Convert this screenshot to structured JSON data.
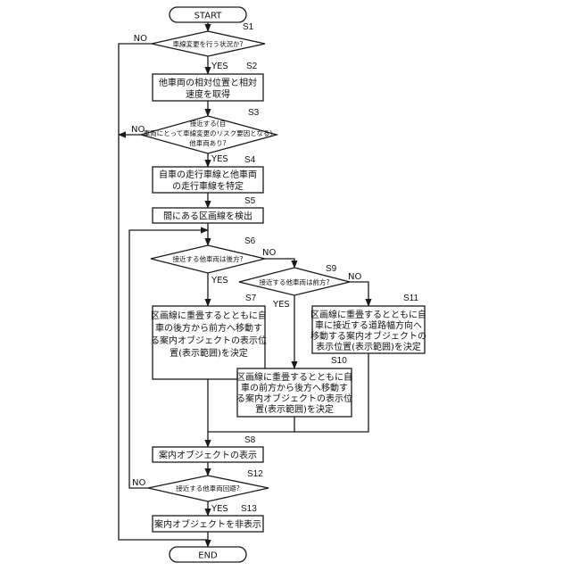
{
  "start": "START",
  "end": "END",
  "s1": {
    "id": "S1",
    "q": "車線変更を行う状況か?"
  },
  "s2": {
    "id": "S2",
    "lines": [
      "他車両の相対位置と相対",
      "速度を取得"
    ]
  },
  "s3": {
    "id": "S3",
    "lines": [
      "接近する(自",
      "車両にとって車線変更のリスク要因となる)",
      "他車両あり?"
    ]
  },
  "s4": {
    "id": "S4",
    "lines": [
      "自車の走行車線と他車両",
      "の走行車線を特定"
    ]
  },
  "s5": {
    "id": "S5",
    "text": "間にある区画線を検出"
  },
  "s6": {
    "id": "S6",
    "q": "接近する他車両は後方?"
  },
  "s9": {
    "id": "S9",
    "q": "接近する他車両は前方?"
  },
  "s7": {
    "id": "S7",
    "lines": [
      "区画線に重畳するとともに自",
      "車の後方から前方へ移動す",
      "る案内オブジェクトの表示位",
      "置(表示範囲)を決定"
    ]
  },
  "s10": {
    "id": "S10",
    "lines": [
      "区画線に重畳するとともに自",
      "車の前方から後方へ移動す",
      "る案内オブジェクトの表示位",
      "置(表示範囲)を決定"
    ]
  },
  "s11": {
    "id": "S11",
    "lines": [
      "区画線に重畳するとともに自",
      "車に接近する道路幅方向へ",
      "移動する案内オブジェクトの",
      "表示位置(表示範囲)を決定"
    ]
  },
  "s8": {
    "id": "S8",
    "text": "案内オブジェクトの表示"
  },
  "s12": {
    "id": "S12",
    "q": "接近する他車両回避?"
  },
  "s13": {
    "id": "S13",
    "text": "案内オブジェクトを非表示"
  },
  "labels": {
    "yes": "YES",
    "no": "NO"
  }
}
